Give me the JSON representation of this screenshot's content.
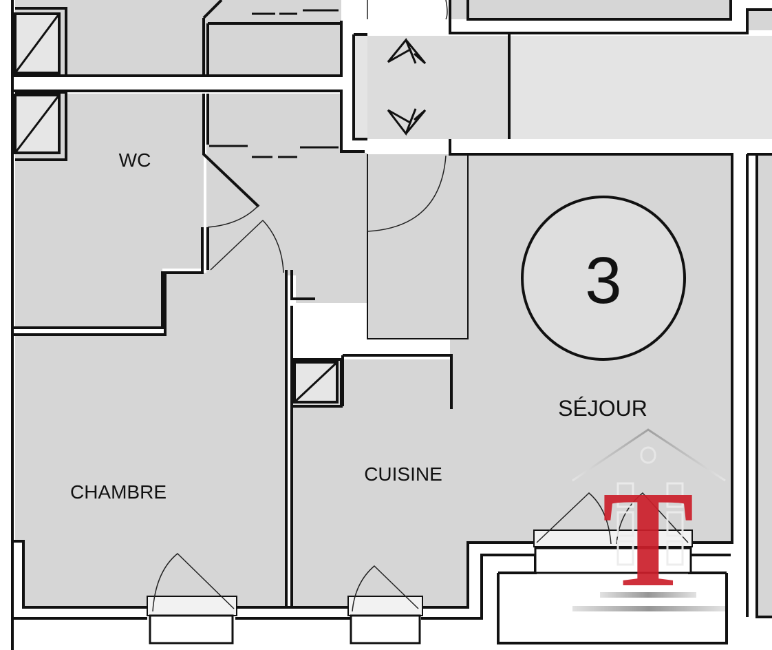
{
  "rooms": {
    "wc": "WC",
    "chambre": "CHAMBRE",
    "cuisine": "CUISINE",
    "sejour": "SÉJOUR"
  },
  "apartment_number": "3",
  "logo": {
    "letter": "T",
    "color": "#cc1f2b"
  },
  "colors": {
    "floor": "#d6d6d6",
    "corridor": "#e4e4e4",
    "wall": "#111111",
    "background": "#ffffff"
  }
}
